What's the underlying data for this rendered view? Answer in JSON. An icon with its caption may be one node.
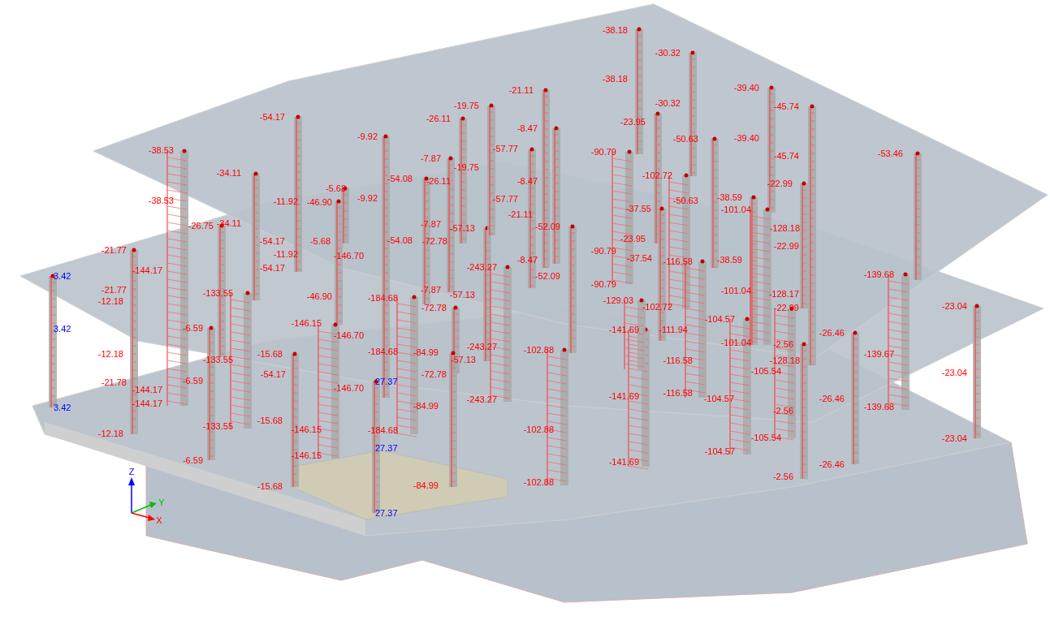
{
  "diagram": {
    "labels": [
      "-38.18",
      "-30.32",
      "-39.40",
      "-21.11",
      "-45.74",
      "-19.75",
      "-26.11",
      "-54.17",
      "-23.95",
      "-8.47",
      "-9.92",
      "-50.63",
      "-57.77",
      "-38.53",
      "-90.79",
      "-53.46",
      "-7.87",
      "-38.18",
      "-30.32",
      "-39.40",
      "-45.74",
      "-19.75",
      "-34.11",
      "-102.72",
      "-54.08",
      "-26.11",
      "-8.47",
      "-22.99",
      "-5.68",
      "-9.92",
      "-57.77",
      "-38.53",
      "-50.63",
      "-38.59",
      "-11.92",
      "-46.90",
      "-101.04",
      "-37.55",
      "-21.11",
      "-7.87",
      "-26.75",
      "-34.11",
      "-52.09",
      "-57.13",
      "-128.18",
      "-23.95",
      "-54.17",
      "-5.68",
      "-54.08",
      "-72.78",
      "-22.99",
      "-21.77",
      "-90.79",
      "-11.92",
      "-146.70",
      "-37.54",
      "-8.47",
      "-116.58",
      "-38.59",
      "-243.27",
      "-54.17",
      "-144.17",
      "-139.68",
      "3.42",
      "-52.09",
      "-90.79",
      "-7.87",
      "-21.77",
      "-101.04",
      "-133.55",
      "-128.17",
      "-57.13",
      "-46.90",
      "-184.68",
      "-129.03",
      "-12.18",
      "-23.04",
      "-102.72",
      "-72.78",
      "-22.99",
      "-104.57",
      "-146.15",
      "-6.59",
      "3.42",
      "-141.69",
      "-111.94",
      "-26.46",
      "-146.70",
      "-101.04",
      "-2.56",
      "-243.27",
      "-102.88",
      "-184.68",
      "-84.99",
      "-12.18",
      "-15.68",
      "-139.67",
      "-57.13",
      "-133.55",
      "-116.58",
      "-128.18",
      "-105.54",
      "-23.04",
      "-54.17",
      "-72.78",
      "-6.59",
      "27.37",
      "-21.78",
      "-146.70",
      "-144.17",
      "-116.58",
      "-141.69",
      "-104.57",
      "-26.46",
      "-243.27",
      "-144.17",
      "-84.99",
      "-139.68",
      "3.42",
      "-2.56",
      "-15.68",
      "-133.55",
      "-146.15",
      "-102.88",
      "-184.68",
      "-12.18",
      "-105.54",
      "-23.04",
      "27.37",
      "-104.57",
      "-146.15",
      "-6.59",
      "-141.69",
      "-26.46",
      "-2.56",
      "-102.88",
      "-84.99",
      "-15.68",
      "27.37",
      "Z",
      "Y",
      "X"
    ]
  }
}
